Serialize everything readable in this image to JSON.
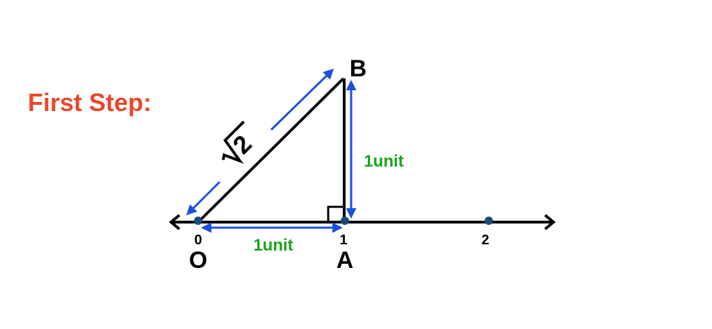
{
  "title": "First Step:",
  "points": {
    "O": "O",
    "A": "A",
    "B": "B"
  },
  "ticks": [
    "0",
    "1",
    "2"
  ],
  "labels": {
    "horizontal_unit": "1unit",
    "vertical_unit": "1unit",
    "hypotenuse": "2"
  },
  "colors": {
    "title": "#e8492a",
    "unit_text": "#1aa31a",
    "arrow": "#1a4fe0",
    "dot": "#1c4a7a",
    "line": "#000000"
  }
}
